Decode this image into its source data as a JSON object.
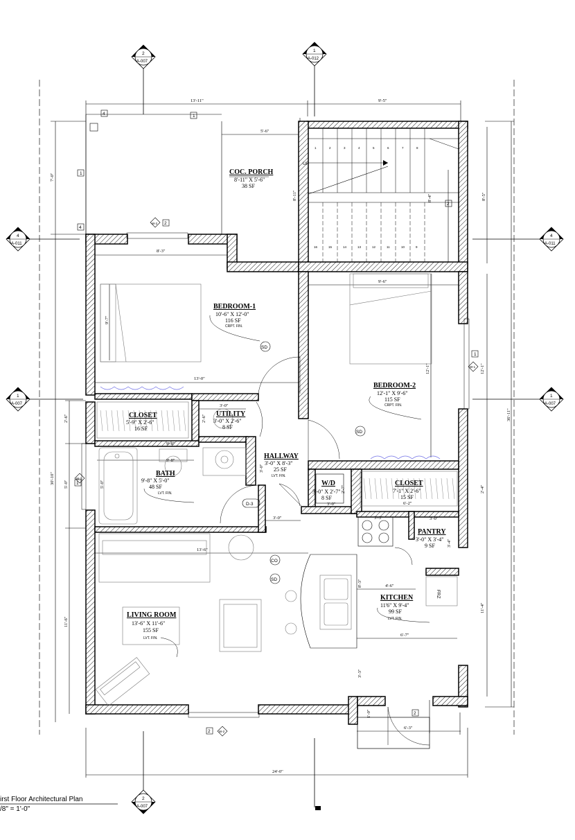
{
  "plan": {
    "title": "irst Floor Architectural Plan",
    "scale": "/8\" = 1'-0\""
  },
  "rooms": {
    "porch": {
      "name": "COC. PORCH",
      "dims": "8'-11\" X 5'-6\"",
      "area": "38 SF"
    },
    "bedroom1": {
      "name": "BEDROOM-1",
      "dims": "10'-6\" X 12'-0\"",
      "area": "116 SF",
      "finish": "CRPT. FIN."
    },
    "bedroom2": {
      "name": "BEDROOM-2",
      "dims": "12'-1\" X 9'-6\"",
      "area": "115 SF",
      "finish": "CRPT. FIN."
    },
    "closet1": {
      "name": "CLOSET",
      "dims": "5'-9\" X 2'-6\"",
      "area": "16 SF"
    },
    "utility": {
      "name": "UTILITY",
      "dims": "3'-0\" X 2'-6\"",
      "area": "8 SF"
    },
    "hallway": {
      "name": "HALLWAY",
      "dims": "3'-0\" X 8'-3\"",
      "area": "25 SF",
      "finish": "LVT. FIN."
    },
    "bath": {
      "name": "BATH",
      "dims": "9'-8\" X 5'-0\"",
      "area": "48 SF",
      "finish": "LVT. FIN."
    },
    "wd": {
      "name": "W/D",
      "dims": "3'-0\" X 2'-7\"",
      "area": "8 SF"
    },
    "closet2": {
      "name": "CLOSET",
      "dims": "7'-1\" X 2'-6\"",
      "area": "15 SF"
    },
    "pantry": {
      "name": "PANTRY",
      "dims": "3'-0\" X 3'-4\"",
      "area": "9 SF"
    },
    "kitchen": {
      "name": "KITCHEN",
      "dims": "11'6\" X 9'-4\"",
      "area": "99 SF",
      "finish": "LVT. FIN."
    },
    "living": {
      "name": "LIVING ROOM",
      "dims": "13'-6\" X 11'-6\"",
      "area": "155 SF",
      "finish": "LVT. FIN."
    }
  },
  "section_markers": {
    "top_left": {
      "num": "2",
      "sheet": "A-007"
    },
    "top_mid": {
      "num": "1",
      "sheet": "A-012"
    },
    "left_upper": {
      "num": "4",
      "sheet": "A-011"
    },
    "right_upper": {
      "num": "4",
      "sheet": "A-011"
    },
    "left_mid": {
      "num": "1",
      "sheet": "A-007"
    },
    "right_mid": {
      "num": "1",
      "sheet": "A-007"
    },
    "bottom": {
      "num": "2",
      "sheet": "A-007"
    }
  },
  "dimensions": {
    "top_left": "13'-11\"",
    "top_right": "9'-5\"",
    "porch_w": "5'-6\"",
    "left_porch": "7'-0\"",
    "stair_h": "8'-11\"",
    "stair_len": "8'-4\"",
    "right_top": "8'-5\"",
    "bed1_w": "8'-3\"",
    "bed1_h": "9'-7\"",
    "bed2_w": "9'-6\"",
    "bed2_h": "12'-1\"",
    "bed_line": "13'-0\"",
    "closet_h": "2'-6\"",
    "util_w": "3'-0\"",
    "util_h": "2'-6\"",
    "bath_w1": "9'-8\"",
    "bath_w2": "9'-8\"",
    "bath_h": "5'-0\"",
    "bath_left": "5'-0\"",
    "hall_w": "3'-0\"",
    "hall_v": "2'-7\"",
    "wd_w": "3'-0\"",
    "wd_h": "2'-7\"",
    "closet2_w": "6'-2\"",
    "closet2_h": "2'-4\"",
    "pantry_w": "3'-0\"",
    "pantry_h": "3'-4\"",
    "kitchen_top": "4'-6\"",
    "kitchen_v": "8'-3\"",
    "kitchen_w": "6'-7\"",
    "kitchen_right": "11'-4\"",
    "counter": "3'-3\"",
    "living_w": "13'-6\"",
    "living_h": "11'-6\"",
    "left_total": "30'-10\"",
    "right_total": "36'-11\"",
    "right_12": "12'-1\"",
    "entry_w": "6'-3\"",
    "entry_v": "1'-0\"",
    "entry_v2": "3'-3\"",
    "bottom_total": "24'-0\"",
    "hall_h": "3'-0\"",
    "range": "3'-3\"",
    "left_closet": "2'-6\""
  },
  "tags": {
    "t1": "1",
    "t2": "2",
    "t4": "4",
    "w1": "W-1",
    "w2": "W-2",
    "d3": "D-3",
    "sd": "SD",
    "co": "CO",
    "up": "UP",
    "frz": "FRZ"
  },
  "stairs": {
    "upper": [
      "1",
      "2",
      "3",
      "4",
      "5",
      "6",
      "7",
      "8"
    ],
    "lower": [
      "16",
      "15",
      "14",
      "13",
      "12",
      "11",
      "10",
      "9"
    ]
  }
}
